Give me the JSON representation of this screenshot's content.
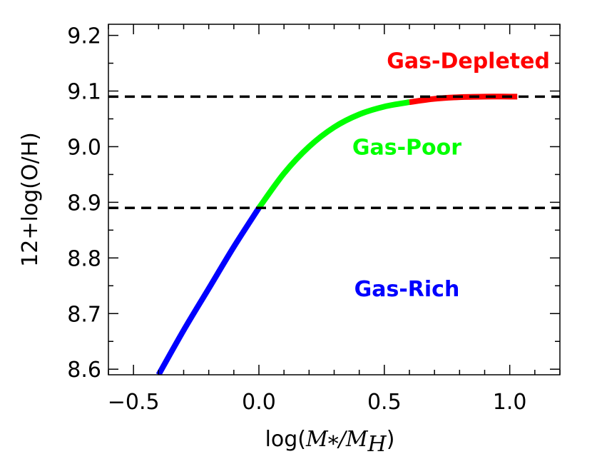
{
  "chart_data": {
    "type": "line",
    "xlim": [
      -0.6,
      1.2
    ],
    "ylim": [
      8.59,
      9.22
    ],
    "x_ticks": [
      -0.5,
      0.0,
      0.5,
      1.0
    ],
    "x_tick_labels": [
      "−0.5",
      "0.0",
      "0.5",
      "1.0"
    ],
    "y_ticks": [
      8.6,
      8.7,
      8.8,
      8.9,
      9.0,
      9.1,
      9.2
    ],
    "y_tick_labels": [
      "8.6",
      "8.7",
      "8.8",
      "8.9",
      "9.0",
      "9.1",
      "9.2"
    ],
    "xlabel": {
      "prefix": "log(",
      "num": "M",
      "num_sub": "*",
      "slash": "/",
      "den": "M",
      "den_sub": "H",
      "suffix": ")"
    },
    "ylabel": "12+log(O/H)",
    "grid": false,
    "reference_lines": [
      {
        "y": 9.09,
        "style": "dashed",
        "color": "#000000"
      },
      {
        "y": 8.89,
        "style": "dashed",
        "color": "#000000"
      }
    ],
    "series": [
      {
        "name": "Gas-Rich",
        "color": "#0000ff",
        "x": [
          -0.4,
          -0.3,
          -0.2,
          -0.1,
          0.0
        ],
        "y": [
          8.59,
          8.67,
          8.745,
          8.82,
          8.89
        ]
      },
      {
        "name": "Gas-Poor",
        "color": "#00ff00",
        "x": [
          0.0,
          0.1,
          0.2,
          0.3,
          0.4,
          0.5,
          0.6
        ],
        "y": [
          8.89,
          8.952,
          9.0,
          9.035,
          9.058,
          9.072,
          9.08
        ]
      },
      {
        "name": "Gas-Depleted",
        "color": "#ff0000",
        "x": [
          0.6,
          0.7,
          0.8,
          0.9,
          1.0,
          1.03
        ],
        "y": [
          9.08,
          9.086,
          9.089,
          9.09,
          9.09,
          9.09
        ]
      }
    ],
    "annotations": [
      {
        "text": "Gas-Depleted",
        "color": "#ff0000",
        "x": 0.835,
        "y": 9.155
      },
      {
        "text": "Gas-Poor",
        "color": "#00ff00",
        "x": 0.59,
        "y": 9.0
      },
      {
        "text": "Gas-Rich",
        "color": "#0000ff",
        "x": 0.59,
        "y": 8.745
      }
    ]
  }
}
